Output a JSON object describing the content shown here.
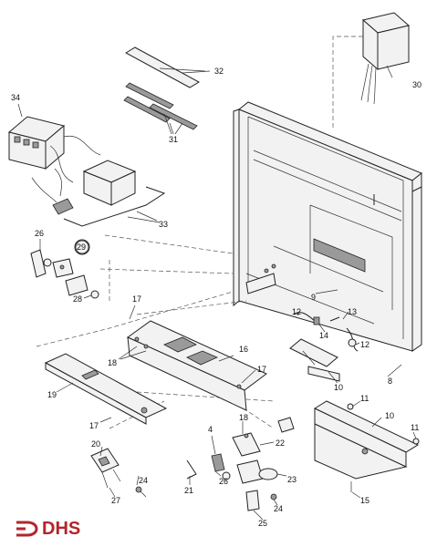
{
  "brand": {
    "logo_text": "DHS",
    "color": "#b3262b"
  },
  "labels": [
    {
      "id": "32",
      "text": "32"
    },
    {
      "id": "34",
      "text": "34"
    },
    {
      "id": "30",
      "text": "30"
    },
    {
      "id": "31",
      "text": "31"
    },
    {
      "id": "33",
      "text": "33"
    },
    {
      "id": "26a",
      "text": "26"
    },
    {
      "id": "29",
      "text": "29"
    },
    {
      "id": "28",
      "text": "28"
    },
    {
      "id": "17a",
      "text": "17"
    },
    {
      "id": "9",
      "text": "9"
    },
    {
      "id": "12a",
      "text": "12"
    },
    {
      "id": "13",
      "text": "13"
    },
    {
      "id": "14",
      "text": "14"
    },
    {
      "id": "12b",
      "text": "12"
    },
    {
      "id": "16",
      "text": "16"
    },
    {
      "id": "18a",
      "text": "18"
    },
    {
      "id": "17b",
      "text": "17"
    },
    {
      "id": "19",
      "text": "19"
    },
    {
      "id": "10a",
      "text": "10"
    },
    {
      "id": "8",
      "text": "8"
    },
    {
      "id": "11a",
      "text": "11"
    },
    {
      "id": "10b",
      "text": "10"
    },
    {
      "id": "11b",
      "text": "11"
    },
    {
      "id": "17c",
      "text": "17"
    },
    {
      "id": "4",
      "text": "4"
    },
    {
      "id": "18b",
      "text": "18"
    },
    {
      "id": "22",
      "text": "22"
    },
    {
      "id": "20",
      "text": "20"
    },
    {
      "id": "26b",
      "text": "26"
    },
    {
      "id": "21",
      "text": "21"
    },
    {
      "id": "23",
      "text": "23"
    },
    {
      "id": "24a",
      "text": "24"
    },
    {
      "id": "27",
      "text": "27"
    },
    {
      "id": "24b",
      "text": "24"
    },
    {
      "id": "15",
      "text": "15"
    },
    {
      "id": "25",
      "text": "25"
    }
  ]
}
